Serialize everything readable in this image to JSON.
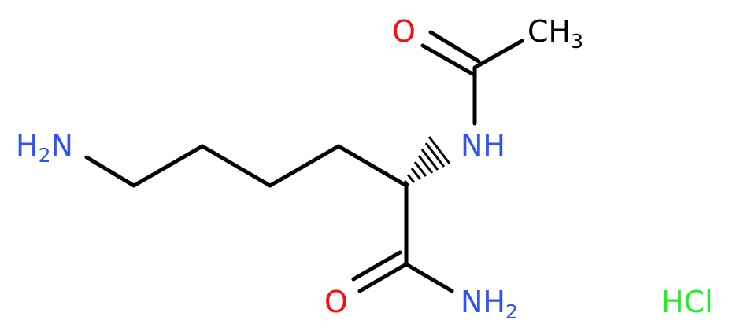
{
  "structure": {
    "atoms": {
      "o_top": "O",
      "ch3": {
        "main": "CH",
        "sub": "3"
      },
      "nh": "NH",
      "h2n": {
        "h": "H",
        "sub": "2",
        "n": "N"
      },
      "o_bottom": "O",
      "nh2": {
        "main": "NH",
        "sub": "2"
      },
      "hcl": "HCl"
    },
    "colors": {
      "bond": "#000000",
      "carbon_label": "#000000",
      "oxygen": "#ff0d0d",
      "nitrogen": "#3050f8",
      "chlorine": "#1ff01f"
    }
  }
}
